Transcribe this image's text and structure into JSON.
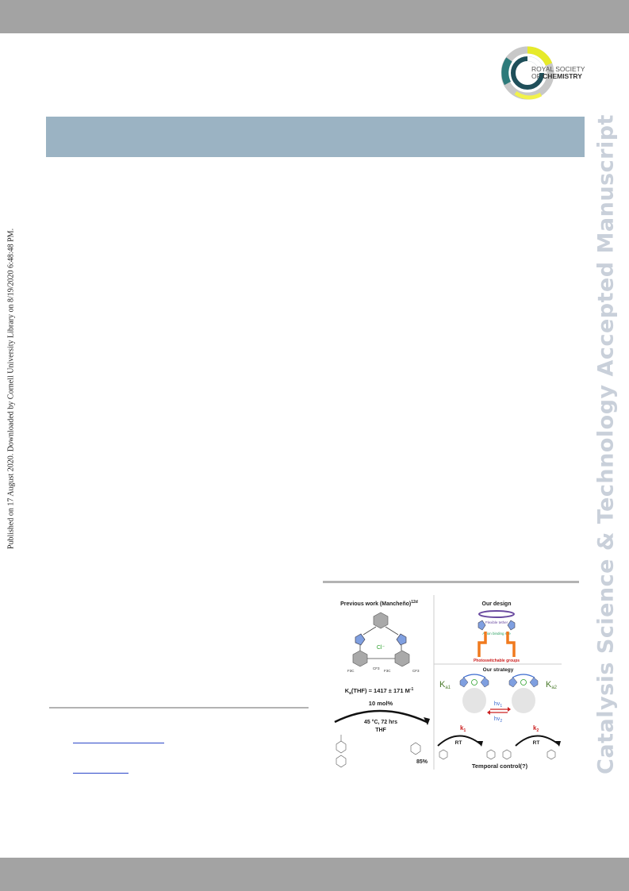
{
  "page": {
    "published_note": "Published on 17 August 2020. Downloaded by Cornell University Library on 8/19/2020 6:48:48 PM.",
    "journal_watermark": "Catalysis Science & Technology Accepted Manuscript"
  },
  "logo": {
    "line1": "ROYAL SOCIETY",
    "line2a": "OF ",
    "line2b": "CHEMISTRY"
  },
  "toc_graphic": {
    "left_panel": {
      "title": "Previous work (Mancheño)",
      "title_ref": "12d",
      "ka_label": "K",
      "ka_sub": "a",
      "ka_value": "(THF) = 1417 ± 171 M",
      "ka_exp": "-1",
      "loading": "10 mol%",
      "conditions_temp": "45 °C, 72 hrs",
      "conditions_solvent": "THF",
      "yield": "85%",
      "cf3_a": "CF3",
      "cf3_b": "CF3",
      "f3c_a": "F3C",
      "f3c_b": "F3C",
      "anion": "Cl⁻"
    },
    "right_panel": {
      "design_title": "Our design",
      "flexible_tether": "Flexible tether",
      "anion_binding_site": "Anion binding site",
      "photoswitchable": "Photoswitchable groups",
      "strategy_title": "Our strategy",
      "ka1": "K",
      "ka1_sub": "a1",
      "ka2": "K",
      "ka2_sub": "a2",
      "hv1": "hv",
      "hv1_sub": "1",
      "hv2": "hv",
      "hv2_sub": "2",
      "k1": "k",
      "k1_sub": "1",
      "k2": "k",
      "k2_sub": "2",
      "rt_left": "RT",
      "rt_right": "RT",
      "temporal": "Temporal control(?)"
    }
  },
  "colors": {
    "title_band": "#9bb3c3",
    "bars": "#a3a3a3",
    "watermark": "#c9d0da",
    "link": "#2b47c8",
    "triazole_blue": "#7f9fe0",
    "ring_gray": "#a9a9a9",
    "switch_orange": "#f07a1e",
    "red_arrow": "#cc2222",
    "green_ka": "#4a7a2a"
  }
}
